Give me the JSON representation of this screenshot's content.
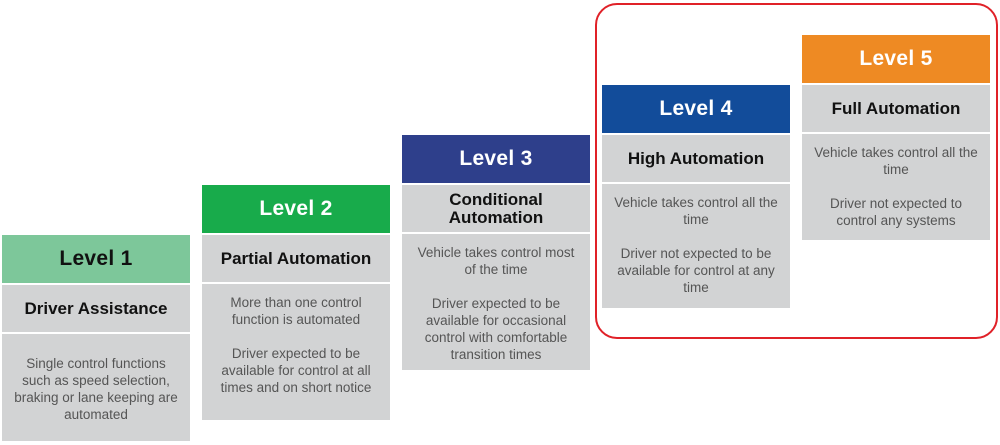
{
  "colors": {
    "level1": "#7dc79a",
    "level2": "#18ab4b",
    "level3": "#2e3f8b",
    "level4": "#124c9a",
    "level5": "#ee8a23",
    "highlight": "#e02128",
    "panel": "#d2d3d4"
  },
  "levels": [
    {
      "title": "Level 1",
      "name": "Driver Assistance",
      "description": [
        "Single control functions such as speed selection, braking or lane keeping are automated"
      ]
    },
    {
      "title": "Level 2",
      "name": "Partial Automation",
      "description": [
        "More than one control function is automated",
        "Driver expected to be available for control at all times and on short notice"
      ]
    },
    {
      "title": "Level 3",
      "name": "Conditional Automation",
      "description": [
        "Vehicle takes control most of the time",
        "Driver expected to be available for occasional control with comfortable transition times"
      ]
    },
    {
      "title": "Level 4",
      "name": "High Automation",
      "description": [
        "Vehicle takes control all the time",
        "Driver not expected to be available for control at any time"
      ]
    },
    {
      "title": "Level 5",
      "name": "Full Automation",
      "description": [
        "Vehicle takes control all the time",
        "Driver not expected to control any systems"
      ]
    }
  ]
}
